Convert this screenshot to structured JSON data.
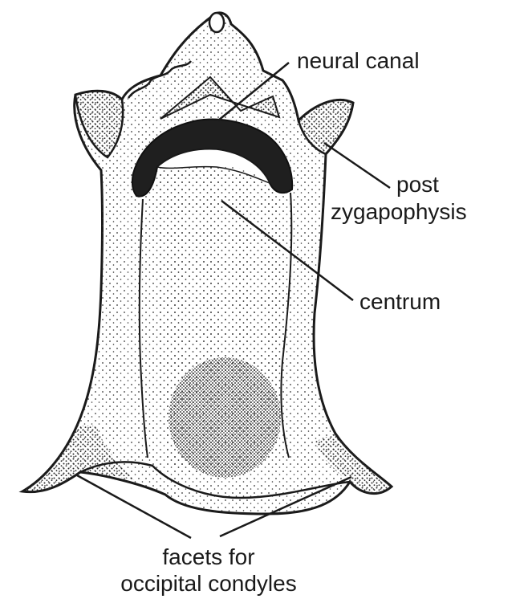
{
  "labels": {
    "neural_canal": "neural canal",
    "post_zygapophysis_line1": "post",
    "post_zygapophysis_line2": "zygapophysis",
    "centrum": "centrum",
    "facets_line1": "facets for",
    "facets_line2": "occipital condyles"
  },
  "colors": {
    "ink": "#1a1a1a",
    "bone": "#ffffff",
    "shade": "#2a2a2a"
  }
}
